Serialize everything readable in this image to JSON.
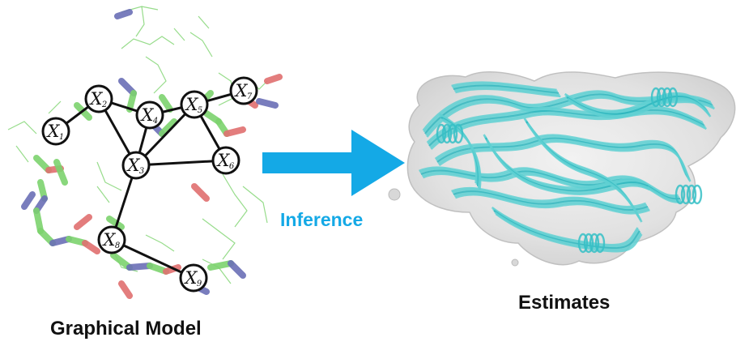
{
  "left_panel": {
    "caption": "Graphical Model",
    "nodes": [
      {
        "id": "x1",
        "base": "X",
        "sub": "1"
      },
      {
        "id": "x2",
        "base": "X",
        "sub": "2"
      },
      {
        "id": "x3",
        "base": "X",
        "sub": "3"
      },
      {
        "id": "x4",
        "base": "X",
        "sub": "4"
      },
      {
        "id": "x5",
        "base": "X",
        "sub": "5"
      },
      {
        "id": "x6",
        "base": "X",
        "sub": "6"
      },
      {
        "id": "x7",
        "base": "X",
        "sub": "7"
      },
      {
        "id": "x8",
        "base": "X",
        "sub": "8"
      },
      {
        "id": "x9",
        "base": "X",
        "sub": "9"
      }
    ],
    "edges": [
      [
        "x1",
        "x2"
      ],
      [
        "x2",
        "x4"
      ],
      [
        "x2",
        "x3"
      ],
      [
        "x4",
        "x3"
      ],
      [
        "x4",
        "x5"
      ],
      [
        "x5",
        "x3"
      ],
      [
        "x5",
        "x6"
      ],
      [
        "x5",
        "x7"
      ],
      [
        "x3",
        "x6"
      ],
      [
        "x3",
        "x8"
      ],
      [
        "x8",
        "x9"
      ]
    ]
  },
  "arrow": {
    "label": "Inference",
    "color": "#14a9e6"
  },
  "right_panel": {
    "caption": "Estimates",
    "ribbon_color": "#5fd0d2",
    "surface_color": "#d6d6d6"
  },
  "colors": {
    "carbon": "#7dd36e",
    "nitrogen": "#6b6fb6",
    "oxygen": "#e07070",
    "node_fill": "#ffffff",
    "node_stroke": "#111111"
  }
}
